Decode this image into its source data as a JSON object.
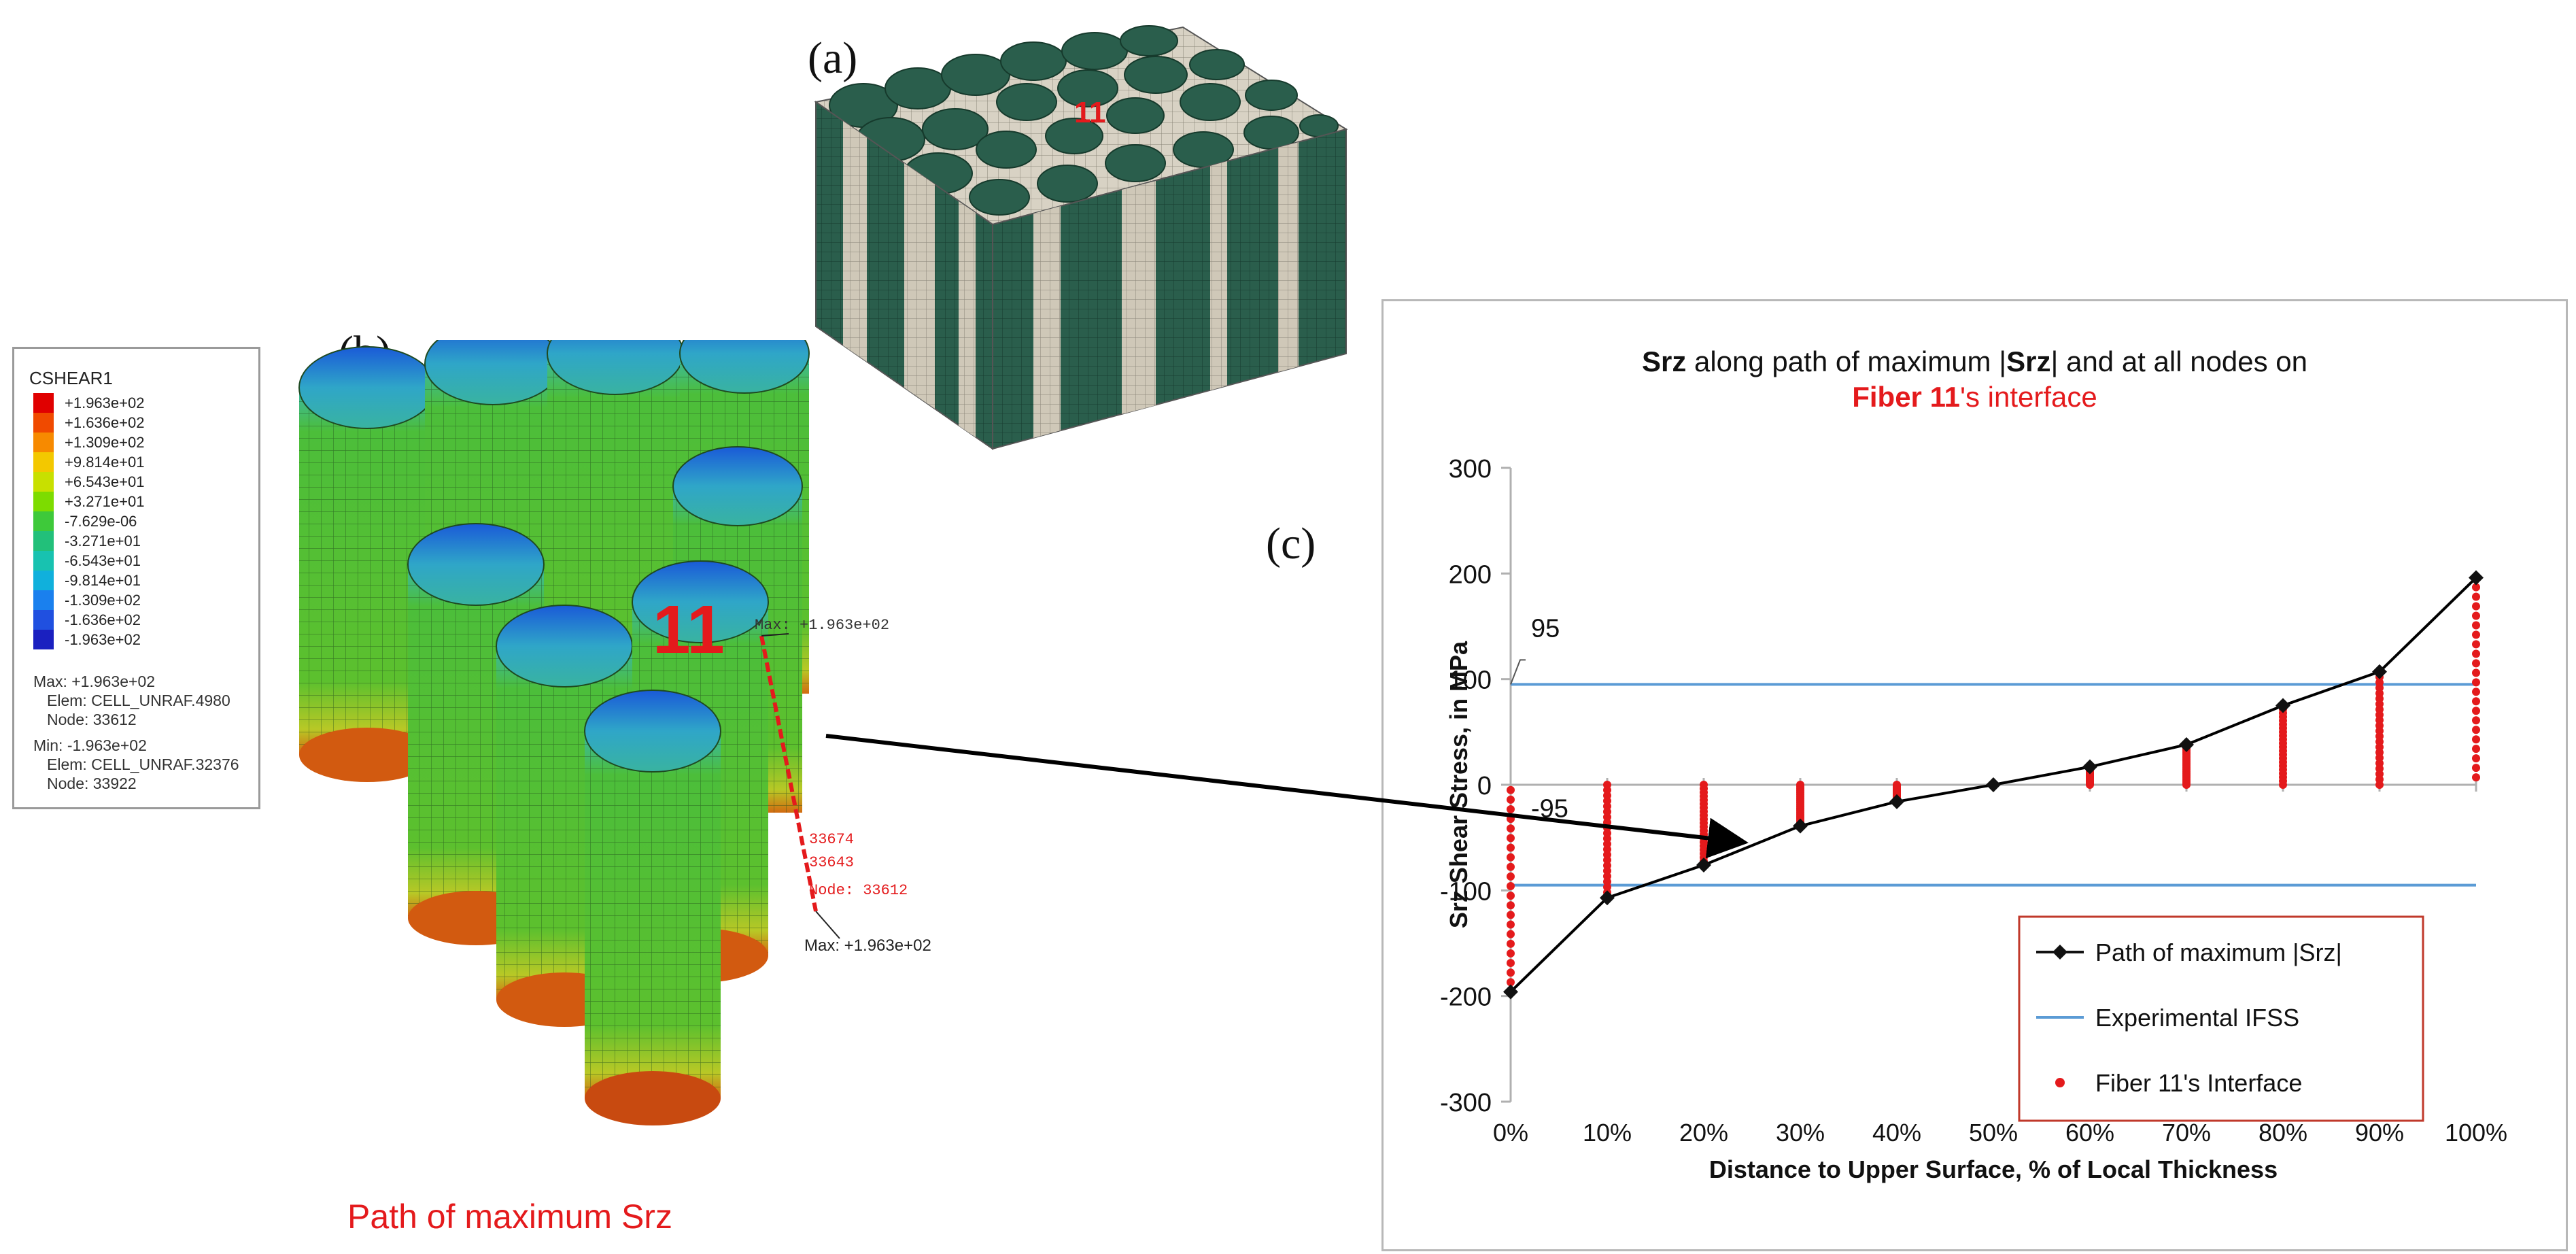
{
  "panels": {
    "a": "(a)",
    "b": "(b)",
    "c": "(c)"
  },
  "fiber_label": "11",
  "mesh_label": "11",
  "legend": {
    "title": "CSHEAR1",
    "entries": [
      "+1.963e+02",
      "+1.636e+02",
      "+1.309e+02",
      "+9.814e+01",
      "+6.543e+01",
      "+3.271e+01",
      "-7.629e-06",
      "-3.271e+01",
      "-6.543e+01",
      "-9.814e+01",
      "-1.309e+02",
      "-1.636e+02",
      "-1.963e+02"
    ],
    "colors": [
      "#e00000",
      "#f04a00",
      "#f78a00",
      "#f3c800",
      "#c8e000",
      "#7ddc00",
      "#3ec93a",
      "#22c07a",
      "#18c2b0",
      "#10b0dc",
      "#1a80ee",
      "#2050e0",
      "#1a20c0"
    ],
    "max_line": "Max: +1.963e+02",
    "max_elem": "Elem: CELL_UNRAF.4980",
    "max_node": "Node: 33612",
    "min_line": "Min: -1.963e+02",
    "min_elem": "Elem: CELL_UNRAF.32376",
    "min_node": "Node: 33922"
  },
  "annotations": {
    "top": "Max: +1.963e+02",
    "bottom": "Max: +1.963e+02",
    "nodes": [
      "33674",
      "33643",
      "Node: 33612"
    ]
  },
  "caption": "Path of maximum Srz",
  "colors": {
    "accent_red": "#e41a1c",
    "ifss_blue": "#5b9bd5",
    "mesh_green": "#2a5e4c",
    "matrix_beige": "#d8d2c4"
  },
  "chart_data": {
    "type": "line",
    "title_parts": [
      "Srz",
      " along path of maximum |",
      "Srz",
      "| and at all nodes on"
    ],
    "title_line2": [
      "Fiber 11",
      "'s interface"
    ],
    "xlabel": "Distance to Upper Surface, % of Local Thickness",
    "ylabel": "Srz Shear Stress, in MPa",
    "xlim": [
      0,
      100
    ],
    "ylim": [
      -300,
      300
    ],
    "xticks": [
      "0%",
      "10%",
      "20%",
      "30%",
      "40%",
      "50%",
      "60%",
      "70%",
      "80%",
      "90%",
      "100%"
    ],
    "yticks": [
      "300",
      "200",
      "100",
      "0",
      "-100",
      "-200",
      "-300"
    ],
    "ytick_values": [
      300,
      200,
      100,
      0,
      -100,
      -200,
      -300
    ],
    "series": [
      {
        "name": "Path of maximum |Srz|",
        "x": [
          0,
          10,
          20,
          30,
          40,
          50,
          60,
          70,
          80,
          90,
          100
        ],
        "y": [
          -196,
          -107,
          -76,
          -39,
          -16,
          0,
          17,
          38,
          75,
          107,
          196
        ],
        "color": "#000000"
      },
      {
        "name": "Experimental IFSS",
        "x": [
          0,
          100
        ],
        "y": [
          95,
          95
        ],
        "color": "#5b9bd5"
      },
      {
        "name": "Experimental IFSS",
        "x": [
          0,
          100
        ],
        "y": [
          -95,
          -95
        ],
        "color": "#5b9bd5"
      },
      {
        "name": "Fiber 11's Interface",
        "color": "#e41a1c",
        "groups": [
          {
            "x": 0,
            "min": -196,
            "max": -5
          },
          {
            "x": 10,
            "min": -107,
            "max": 0
          },
          {
            "x": 20,
            "min": -76,
            "max": 0
          },
          {
            "x": 30,
            "min": -39,
            "max": 0
          },
          {
            "x": 40,
            "min": -16,
            "max": 0
          },
          {
            "x": 50,
            "min": 0,
            "max": 0
          },
          {
            "x": 60,
            "min": 0,
            "max": 17
          },
          {
            "x": 70,
            "min": 0,
            "max": 38
          },
          {
            "x": 80,
            "min": 0,
            "max": 75
          },
          {
            "x": 90,
            "min": 0,
            "max": 107
          },
          {
            "x": 100,
            "min": 7,
            "max": 196
          }
        ]
      }
    ],
    "ref_labels": [
      "95",
      "-95"
    ],
    "legend_entries": [
      "Path of maximum |Srz|",
      "Experimental IFSS",
      "Fiber 11's Interface"
    ],
    "legend_position": "bottom-right"
  }
}
